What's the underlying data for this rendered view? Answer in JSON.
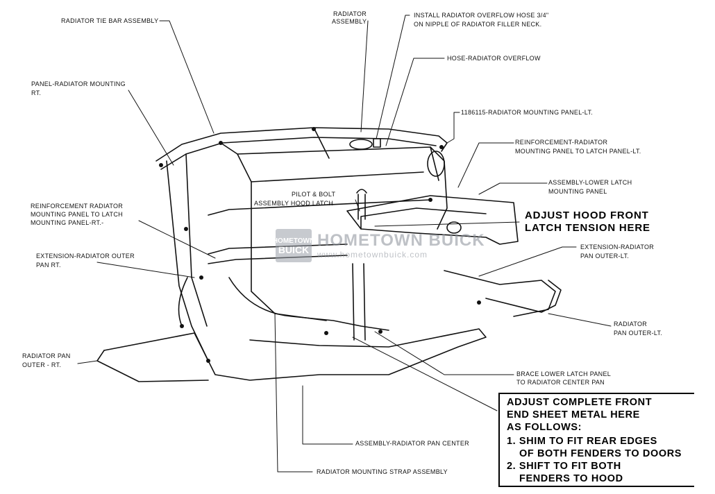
{
  "labels": {
    "radiator_tie_bar": "RADIATOR TIE BAR ASSEMBLY",
    "radiator_assembly_1": "RADIATOR",
    "radiator_assembly_2": "ASSEMBLY",
    "overflow_install_1": "INSTALL RADIATOR OVERFLOW HOSE 3/4\"",
    "overflow_install_2": "ON NIPPLE OF RADIATOR FILLER NECK.",
    "hose_overflow": "HOSE-RADIATOR OVERFLOW",
    "panel_mounting_rt_1": "PANEL-RADIATOR MOUNTING",
    "panel_mounting_rt_2": "RT.",
    "mounting_panel_lt": "1186115-RADIATOR MOUNTING PANEL-LT.",
    "reinf_lt_1": "REINFORCEMENT-RADIATOR",
    "reinf_lt_2": "MOUNTING PANEL TO LATCH PANEL-LT.",
    "lower_latch_1": "ASSEMBLY-LOWER LATCH",
    "lower_latch_2": "MOUNTING PANEL",
    "pilot_bolt_1": "PILOT & BOLT",
    "pilot_bolt_2": "ASSEMBLY HOOD LATCH",
    "reinf_rt_1": "REINFORCEMENT RADIATOR",
    "reinf_rt_2": "MOUNTING PANEL TO LATCH",
    "reinf_rt_3": "MOUNTING PANEL-RT.-",
    "ext_outer_rt_1": "EXTENSION-RADIATOR OUTER",
    "ext_outer_rt_2": "PAN RT.",
    "ext_outer_lt_1": "EXTENSION-RADIATOR",
    "ext_outer_lt_2": "PAN OUTER-LT.",
    "pan_outer_lt_1": "RADIATOR",
    "pan_outer_lt_2": "PAN OUTER-LT.",
    "pan_outer_rt_1": "RADIATOR PAN",
    "pan_outer_rt_2": "OUTER - RT.",
    "brace_1": "BRACE LOWER LATCH PANEL",
    "brace_2": "TO RADIATOR CENTER PAN",
    "pan_center": "ASSEMBLY-RADIATOR PAN CENTER",
    "mounting_strap": "RADIATOR MOUNTING STRAP ASSEMBLY"
  },
  "callout": {
    "line1": "ADJUST HOOD FRONT",
    "line2": "LATCH TENSION HERE"
  },
  "note": {
    "line1": "ADJUST COMPLETE FRONT",
    "line2": "END SHEET METAL HERE",
    "line3": "AS FOLLOWS:",
    "line4": "1. SHIM TO FIT REAR EDGES",
    "line5": "OF BOTH FENDERS TO DOORS",
    "line6": "2. SHIFT TO FIT BOTH",
    "line7": "FENDERS TO HOOD"
  },
  "watermark": {
    "logo_top": "HOMETOWN",
    "logo_bottom": "BUICK",
    "title": "HOMETOWN BUICK",
    "url": "www.hometownbuick.com"
  }
}
